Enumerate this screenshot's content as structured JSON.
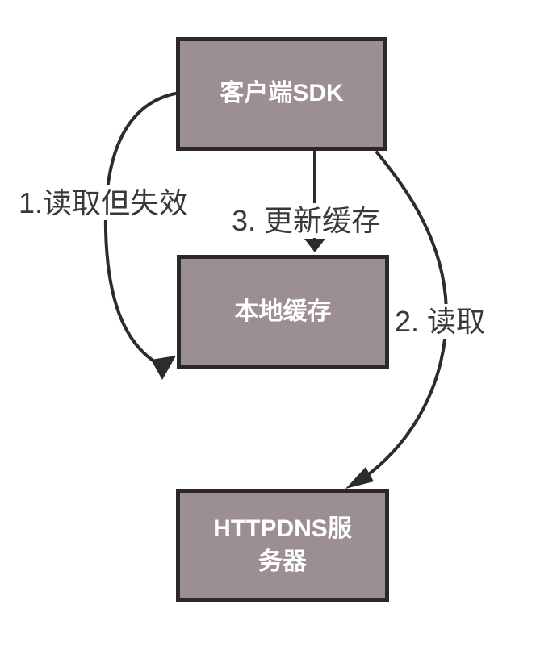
{
  "diagram": {
    "nodes": [
      {
        "id": "client-sdk",
        "label": "客户端SDK"
      },
      {
        "id": "local-cache",
        "label": "本地缓存"
      },
      {
        "id": "httpdns-server",
        "label": "HTTPDNS服务器"
      }
    ],
    "edges": [
      {
        "label": "1.读取但失效",
        "from": "client-sdk",
        "to": "local-cache"
      },
      {
        "label": "2. 读取",
        "from": "client-sdk",
        "to": "httpdns-server"
      },
      {
        "label": "3. 更新缓存",
        "from": "client-sdk",
        "to": "local-cache"
      }
    ],
    "colors": {
      "background": "#FFFFFF",
      "node_fill": "#9B8F94",
      "node_border": "#2A282B",
      "node_text": "#FFFFFF",
      "edge_line": "#2D2B2E",
      "edge_label_text": "#3A383B"
    }
  }
}
